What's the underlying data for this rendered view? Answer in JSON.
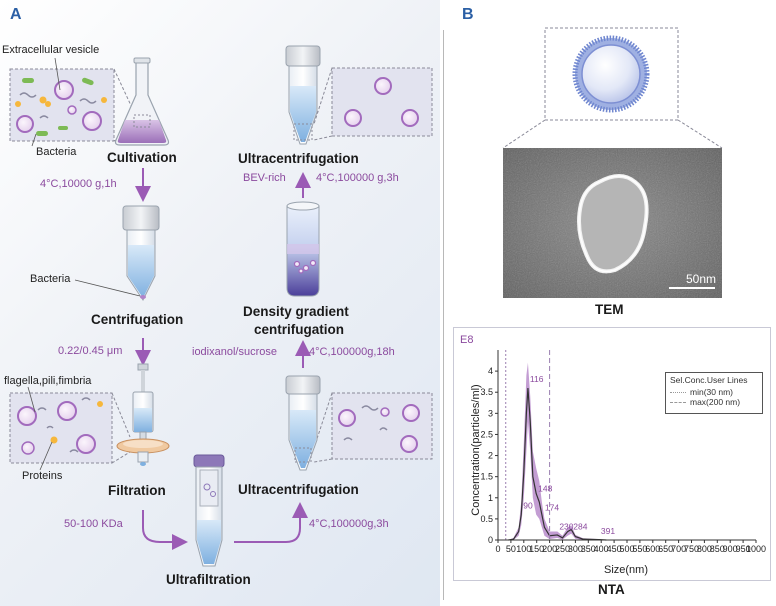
{
  "panel_a": {
    "letter": "A",
    "labels": {
      "extracellular_vesicle": "Extracellular vesicle",
      "bacteria_top": "Bacteria",
      "bacteria_tube": "Bacteria",
      "flagella": "flagella,pili,fimbria",
      "proteins": "Proteins"
    },
    "steps": {
      "cultivation": "Cultivation",
      "centrifugation": "Centrifugation",
      "filtration": "Filtration",
      "ultrafiltration": "Ultrafiltration",
      "ultracentrifugation_low": "Ultracentrifugation",
      "density_line1": "Density gradient",
      "density_line2": "centrifugation",
      "ultracentrifugation_top": "Ultracentrifugation"
    },
    "conditions": {
      "c1": "4°C,10000 g,1h",
      "c2": "0.22/0.45 μm",
      "c3": "50-100 KDa",
      "c4": "4°C,100000g,3h",
      "c5_left": "iodixanol/sucrose",
      "c5_right": "4°C,100000g,18h",
      "c6_left": "BEV-rich",
      "c6_right": "4°C,100000 g,3h"
    }
  },
  "panel_b": {
    "letter": "B",
    "tem_label": "TEM",
    "scale_bar": "50nm",
    "nta_label": "NTA"
  },
  "chart_data": {
    "type": "line",
    "exponent_label": "E8",
    "xlabel": "Size(nm)",
    "ylabel": "Concentration(particles/ml)",
    "xlim": [
      0,
      1000
    ],
    "ylim": [
      0,
      4.5
    ],
    "xticks": [
      "0",
      "50",
      "100",
      "150",
      "200",
      "250",
      "300",
      "350",
      "400",
      "450",
      "500",
      "550",
      "600",
      "650",
      "700",
      "750",
      "800",
      "850",
      "900",
      "950",
      "1000"
    ],
    "yticks": [
      "0",
      "0.5",
      "1",
      "1.5",
      "2",
      "2.5",
      "3",
      "3.5",
      "4"
    ],
    "series": [
      {
        "name": "",
        "x": [
          40,
          60,
          80,
          90,
          100,
          110,
          116,
          125,
          135,
          148,
          160,
          170,
          180,
          200,
          230,
          250,
          270,
          284,
          300,
          330,
          391,
          420
        ],
        "y": [
          0,
          0.02,
          0.2,
          0.6,
          1.6,
          3.0,
          3.6,
          2.8,
          1.5,
          1.1,
          0.9,
          0.6,
          0.3,
          0.1,
          0.12,
          0.05,
          0.2,
          0.25,
          0.08,
          0.02,
          0.01,
          0
        ],
        "color": "#333333"
      }
    ],
    "band": {
      "upper": [
        0,
        0.05,
        0.3,
        0.9,
        2.3,
        3.9,
        4.2,
        3.4,
        2.1,
        1.7,
        1.4,
        0.9,
        0.5,
        0.2,
        0.2,
        0.1,
        0.3,
        0.35,
        0.12,
        0.04,
        0.02,
        0
      ],
      "lower": [
        0,
        0,
        0.1,
        0.35,
        1.0,
        2.1,
        2.8,
        2.1,
        1.0,
        0.6,
        0.5,
        0.3,
        0.1,
        0.02,
        0.05,
        0.01,
        0.1,
        0.15,
        0.03,
        0,
        0,
        0
      ],
      "color": "#9b5bb5"
    },
    "peak_labels": [
      {
        "x": 90,
        "y": 0.7,
        "text": "90"
      },
      {
        "x": 116,
        "y": 3.7,
        "text": "116"
      },
      {
        "x": 148,
        "y": 1.1,
        "text": "148"
      },
      {
        "x": 174,
        "y": 0.65,
        "text": "174"
      },
      {
        "x": 230,
        "y": 0.2,
        "text": "230"
      },
      {
        "x": 284,
        "y": 0.2,
        "text": "284"
      },
      {
        "x": 391,
        "y": 0.1,
        "text": "391"
      }
    ],
    "vlines": [
      {
        "x": 30,
        "style": "dotted"
      },
      {
        "x": 200,
        "style": "dashed"
      }
    ],
    "legend": {
      "title": "Sel.Conc.User Lines",
      "items": [
        "min(30 nm)",
        "max(200 nm)"
      ],
      "placement": "top-right"
    }
  },
  "colors": {
    "accent_blue": "#2b5fa5",
    "purple": "#8b4a9e",
    "liquid": "#a9cbee"
  }
}
